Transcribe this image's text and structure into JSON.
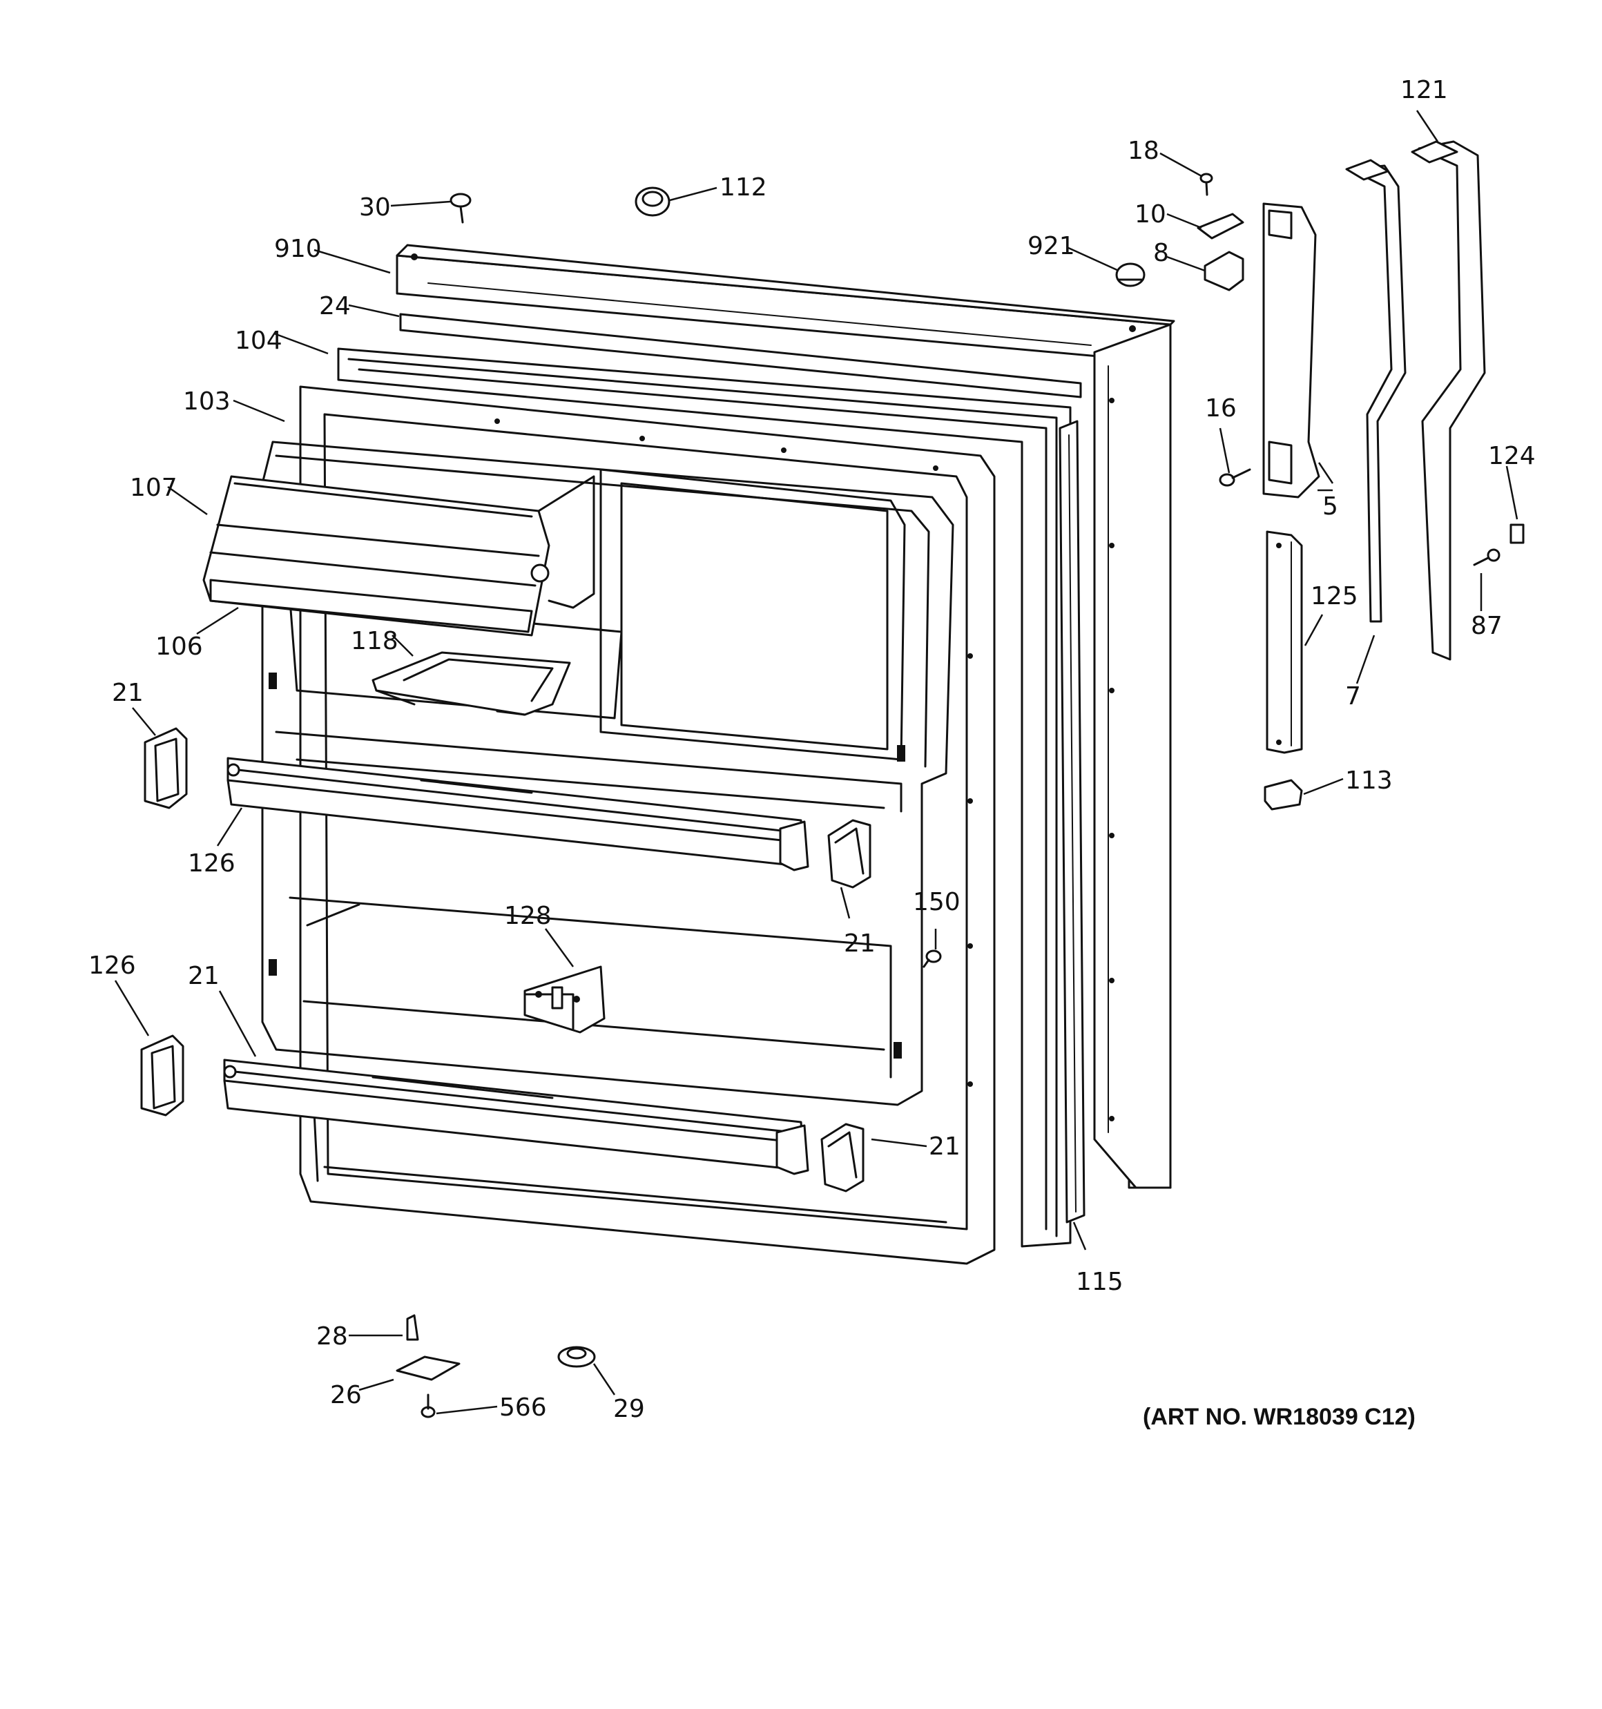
{
  "diagram": {
    "art_number": "(ART NO. WR18039 C12)",
    "callouts": [
      {
        "id": "c121",
        "label": "121"
      },
      {
        "id": "c18",
        "label": "18"
      },
      {
        "id": "c10",
        "label": "10"
      },
      {
        "id": "c921",
        "label": "921"
      },
      {
        "id": "c8",
        "label": "8"
      },
      {
        "id": "c30",
        "label": "30"
      },
      {
        "id": "c112",
        "label": "112"
      },
      {
        "id": "c910",
        "label": "910"
      },
      {
        "id": "c24",
        "label": "24"
      },
      {
        "id": "c104",
        "label": "104"
      },
      {
        "id": "c103",
        "label": "103"
      },
      {
        "id": "c107",
        "label": "107"
      },
      {
        "id": "c106",
        "label": "106"
      },
      {
        "id": "c118",
        "label": "118"
      },
      {
        "id": "c16",
        "label": "16"
      },
      {
        "id": "c5",
        "label": "5"
      },
      {
        "id": "c124",
        "label": "124"
      },
      {
        "id": "c125",
        "label": "125"
      },
      {
        "id": "c87",
        "label": "87"
      },
      {
        "id": "c7",
        "label": "7"
      },
      {
        "id": "c113",
        "label": "113"
      },
      {
        "id": "c21a",
        "label": "21"
      },
      {
        "id": "c126a",
        "label": "126"
      },
      {
        "id": "c21b",
        "label": "21"
      },
      {
        "id": "c150",
        "label": "150"
      },
      {
        "id": "c128",
        "label": "128"
      },
      {
        "id": "c21c",
        "label": "21"
      },
      {
        "id": "c126b",
        "label": "126"
      },
      {
        "id": "c21d",
        "label": "21"
      },
      {
        "id": "c115",
        "label": "115"
      },
      {
        "id": "c28",
        "label": "28"
      },
      {
        "id": "c26",
        "label": "26"
      },
      {
        "id": "c566",
        "label": "566"
      },
      {
        "id": "c29",
        "label": "29"
      }
    ]
  }
}
